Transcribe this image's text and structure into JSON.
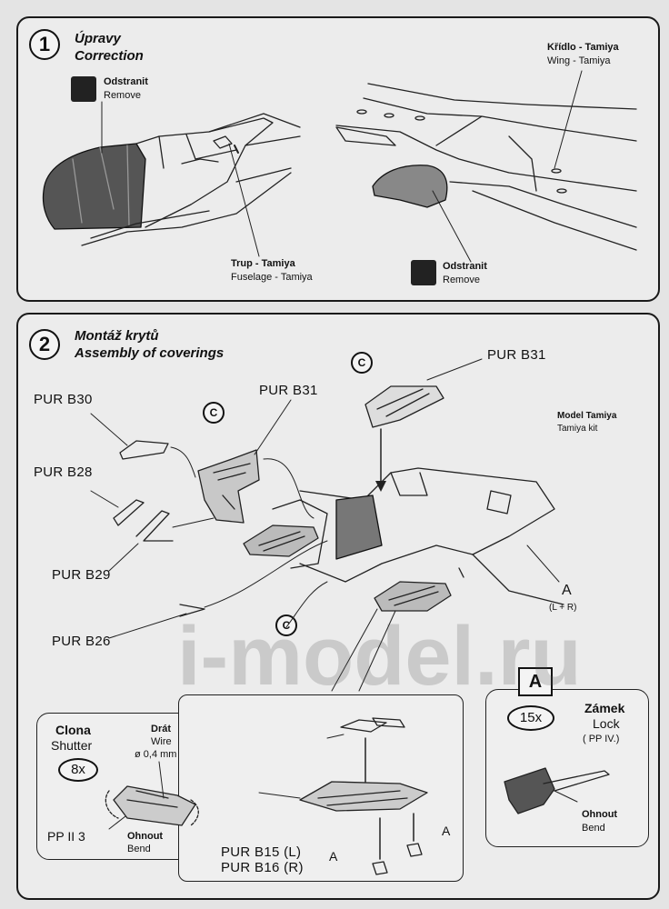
{
  "step1": {
    "number": "1",
    "title_cz": "Úpravy",
    "title_en": "Correction",
    "remove_left": {
      "cz": "Odstranit",
      "en": "Remove"
    },
    "fuselage": {
      "cz": "Trup - Tamiya",
      "en": "Fuselage - Tamiya"
    },
    "wing": {
      "cz": "Křídlo - Tamiya",
      "en": "Wing - Tamiya"
    },
    "remove_right": {
      "cz": "Odstranit",
      "en": "Remove"
    }
  },
  "step2": {
    "number": "2",
    "title_cz": "Montáž krytů",
    "title_en": "Assembly of coverings",
    "parts": {
      "b30": "PUR B30",
      "b28": "PUR B28",
      "b29": "PUR B29",
      "b26": "PUR B26",
      "b31_left": "PUR B31",
      "b31_right": "PUR B31",
      "b15": "PUR B15 (L)",
      "b16": "PUR B16 (R)"
    },
    "model": {
      "cz": "Model Tamiya",
      "en": "Tamiya kit"
    },
    "a_label": "A",
    "a_lr": "(L + R)",
    "c_marker": "C",
    "a_lower_left": "A",
    "a_lower_right": "A"
  },
  "shutter": {
    "title_cz": "Clona",
    "title_en": "Shutter",
    "count": "8x",
    "wire_cz": "Drát",
    "wire_en": "Wire",
    "wire_dim": "ø 0,4 mm",
    "part": "PP II 3",
    "bend_cz": "Ohnout",
    "bend_en": "Bend"
  },
  "lock": {
    "box": "A",
    "count": "15x",
    "title_cz": "Zámek",
    "title_en": "Lock",
    "part": "( PP IV.)",
    "bend_cz": "Ohnout",
    "bend_en": "Bend"
  },
  "watermark": "i-model.ru"
}
